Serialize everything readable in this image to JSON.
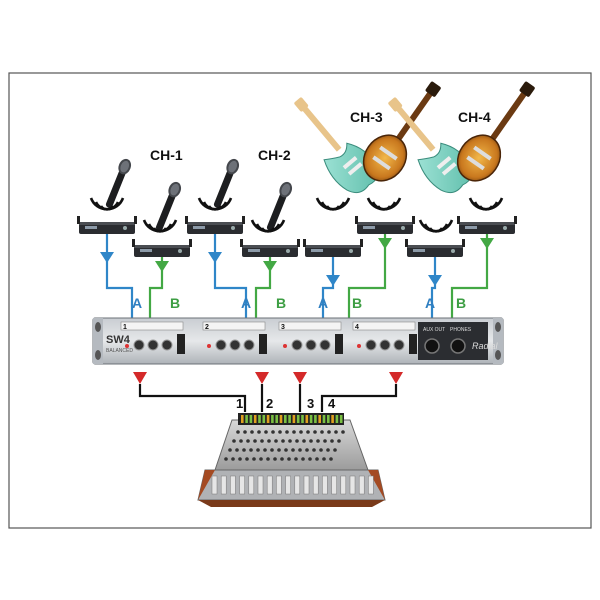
{
  "channels": [
    {
      "label": "CH-1",
      "input": "1",
      "output": "1",
      "source": "wireless-microphone"
    },
    {
      "label": "CH-2",
      "input": "2",
      "output": "2",
      "source": "wireless-microphone"
    },
    {
      "label": "CH-3",
      "input": "3",
      "output": "3",
      "source": "wireless-guitar"
    },
    {
      "label": "CH-4",
      "input": "4",
      "output": "4",
      "source": "wireless-guitar"
    }
  ],
  "path_a_label": "A",
  "path_b_label": "B",
  "device": {
    "logo": "SW4",
    "subtitle": "BALANCED",
    "brand": "Radial",
    "aux_out_label": "AUX OUT",
    "phones_label": "PHONES"
  },
  "colors": {
    "path_a": "#2f86c8",
    "path_b": "#43a844",
    "output": "#d42a2a",
    "wire": "#111111",
    "label_a": "#2f7fc1",
    "label_b": "#3d9e43"
  }
}
